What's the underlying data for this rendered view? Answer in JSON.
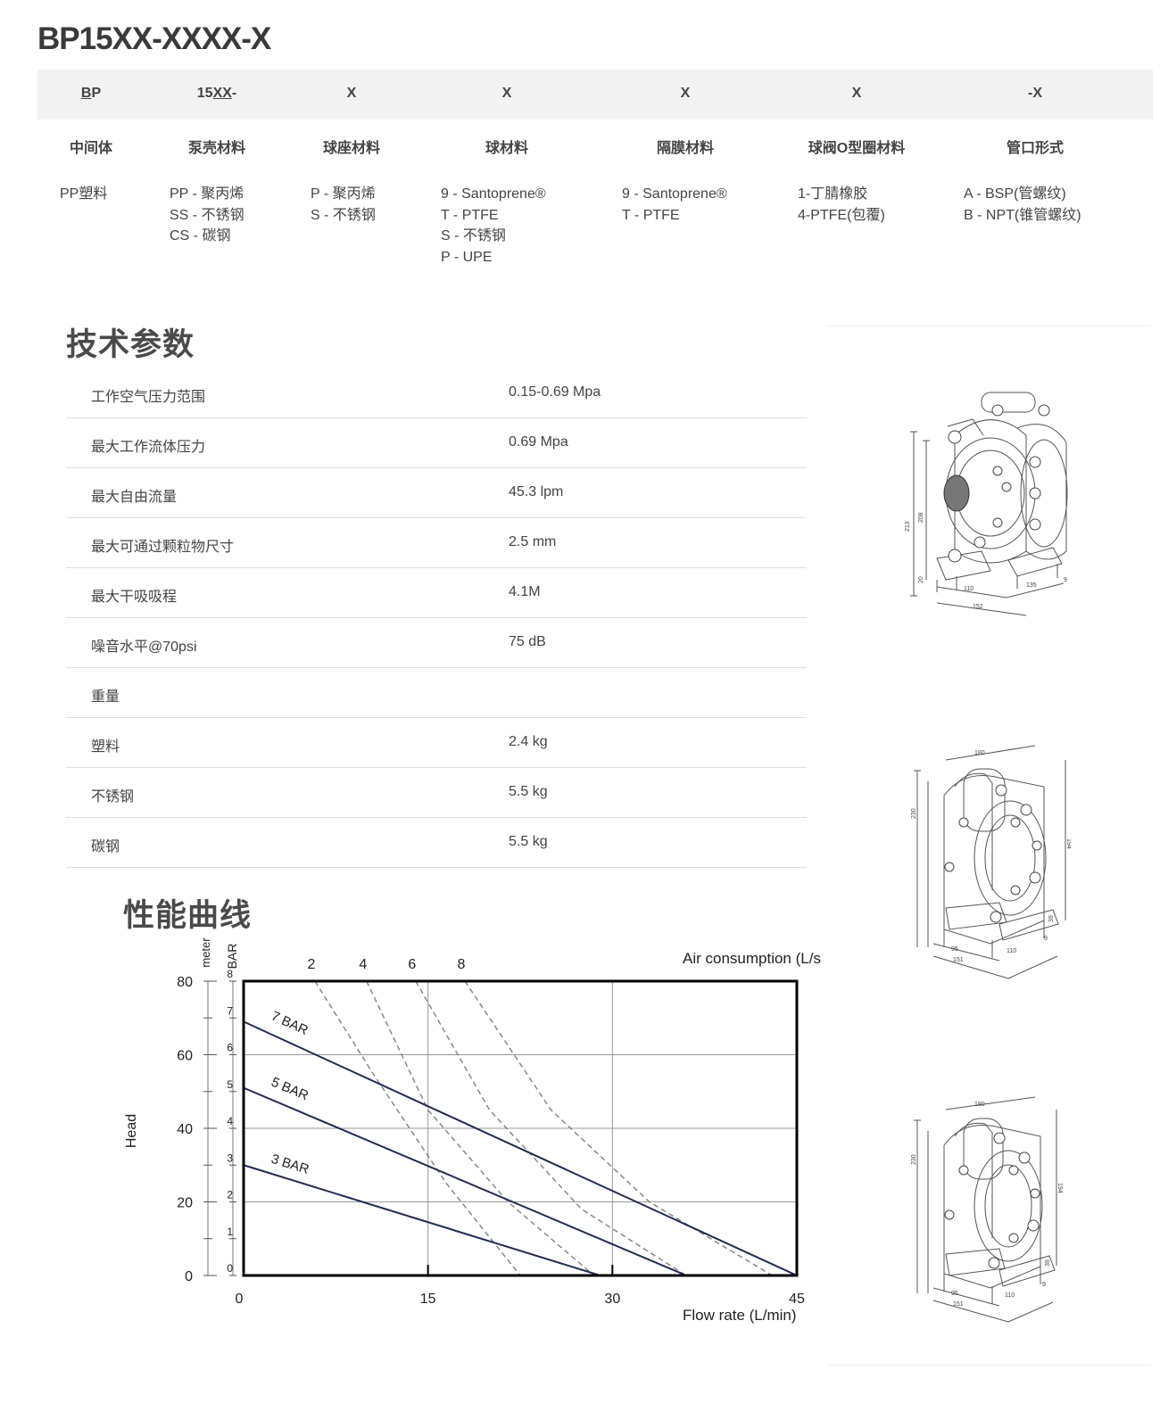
{
  "title": "BP15XX-XXXX-X",
  "model_code": [
    {
      "pre": "",
      "und": "B",
      "post": "P"
    },
    {
      "pre": "15",
      "und": "XX",
      "post": "-"
    },
    {
      "pre": "",
      "und": "",
      "post": "X"
    },
    {
      "pre": "",
      "und": "",
      "post": "X"
    },
    {
      "pre": "",
      "und": "",
      "post": "X"
    },
    {
      "pre": "",
      "und": "",
      "post": "X"
    },
    {
      "pre": "",
      "und": "",
      "post": "-X"
    }
  ],
  "categories": [
    "中间体",
    "泵壳材料",
    "球座材料",
    "球材料",
    "隔膜材料",
    "球阀O型圈材料",
    "管口形式"
  ],
  "options": [
    [
      "PP塑料"
    ],
    [
      "PP - 聚丙烯",
      "SS - 不锈钢",
      "CS - 碳钢"
    ],
    [
      "P - 聚丙烯",
      "S - 不锈钢"
    ],
    [
      "9 - Santoprene®",
      "T - PTFE",
      "S - 不锈钢",
      "P - UPE"
    ],
    [
      "9 - Santoprene®",
      "T - PTFE"
    ],
    [
      "1-丁腈橡胶",
      "4-PTFE(包覆)"
    ],
    [
      "A - BSP(管螺纹)",
      "B - NPT(锥管螺纹)"
    ]
  ],
  "tech_title": "技术参数",
  "specs": [
    {
      "label": "工作空气压力范围",
      "value": "0.15-0.69 Mpa"
    },
    {
      "label": "最大工作流体压力",
      "value": "0.69 Mpa"
    },
    {
      "label": "最大自由流量",
      "value": "45.3 lpm"
    },
    {
      "label": "最大可通过颗粒物尺寸",
      "value": "2.5 mm"
    },
    {
      "label": "最大干吸吸程",
      "value": "4.1M"
    },
    {
      "label": "噪音水平@70psi",
      "value": "75 dB"
    },
    {
      "label": "重量",
      "value": ""
    },
    {
      "label": "塑料",
      "value": "2.4 kg"
    },
    {
      "label": "不锈钢",
      "value": "5.5 kg"
    },
    {
      "label": "碳钢",
      "value": "5.5 kg"
    }
  ],
  "perf_title": "性能曲线",
  "pump_images": [
    "pump-drawing-1",
    "pump-drawing-2",
    "pump-drawing-3"
  ],
  "pump_dims": [
    {
      "h1": "213",
      "h2": "208",
      "w1": "110",
      "w2": "135",
      "w3": "152",
      "d": "9",
      "f": "20"
    },
    {
      "top": "180",
      "h1": "230",
      "h2": "194",
      "w1": "95",
      "w2": "151",
      "w3": "110",
      "d": "9",
      "f": "39"
    },
    {
      "top": "180",
      "h1": "230",
      "h2": "194",
      "w1": "95",
      "w2": "151",
      "w3": "110",
      "d": "9",
      "f": "39"
    }
  ],
  "chart_data": {
    "type": "line",
    "xlabel": "Flow rate (L/min)",
    "ylabel": "Head",
    "y_unit_meter": "meter",
    "y_unit_bar": "BAR",
    "top_axis_label": "Air consumption (L/s)",
    "xlim": [
      0,
      45
    ],
    "ylim_meter": [
      0,
      80
    ],
    "ylim_bar": [
      0,
      8
    ],
    "x_ticks": [
      0,
      15,
      30,
      45
    ],
    "y_ticks_meter": [
      0,
      20,
      40,
      60,
      80
    ],
    "y_ticks_bar": [
      0,
      1,
      2,
      3,
      4,
      5,
      6,
      7,
      8
    ],
    "grid": true,
    "colors": {
      "pressure": "#1d2c4f",
      "air": "#808080"
    },
    "series": [
      {
        "name": "7 BAR",
        "x": [
          0,
          45
        ],
        "y": [
          6.9,
          0
        ]
      },
      {
        "name": "5 BAR",
        "x": [
          0,
          36
        ],
        "y": [
          5.1,
          0
        ]
      },
      {
        "name": "3 BAR",
        "x": [
          0,
          29
        ],
        "y": [
          3.0,
          0
        ]
      }
    ],
    "air_consumption": [
      {
        "label": "2",
        "x": [
          5.8,
          10.5,
          16.5,
          22.5
        ],
        "y": [
          8,
          5.5,
          2.5,
          0
        ]
      },
      {
        "label": "4",
        "x": [
          10,
          15,
          21.5,
          28.5
        ],
        "y": [
          8,
          4.5,
          2.0,
          0
        ]
      },
      {
        "label": "6",
        "x": [
          14,
          20,
          27.5,
          36
        ],
        "y": [
          8,
          4.5,
          1.8,
          0
        ]
      },
      {
        "label": "8",
        "x": [
          18,
          25,
          33,
          43
        ],
        "y": [
          8,
          4.5,
          2.0,
          0
        ]
      }
    ]
  }
}
